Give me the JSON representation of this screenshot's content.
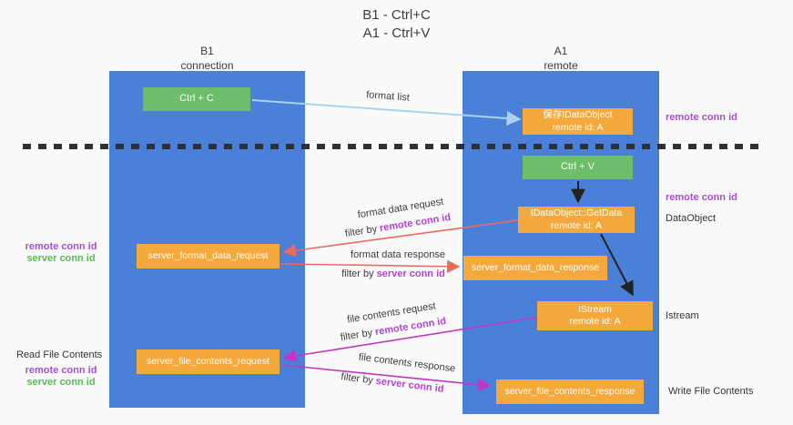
{
  "title": {
    "line1": "B1 - Ctrl+C",
    "line2": "A1 - Ctrl+V"
  },
  "columns": {
    "left": {
      "name": "B1",
      "role": "connection"
    },
    "right": {
      "name": "A1",
      "role": "remote"
    }
  },
  "boxes": {
    "ctrl_c": "Ctrl + C",
    "ctrl_v": "Ctrl + V",
    "save_idataobject": {
      "line1": "保存IDataObject",
      "line2": "remote id: A"
    },
    "getdata": {
      "line1": "IDataObject::GetData",
      "line2": "remote id: A"
    },
    "istream": {
      "line1": "IStream",
      "line2": "remote id: A"
    },
    "server_format_data_request": "server_format_data_request",
    "server_format_data_response": "server_format_data_response",
    "server_file_contents_request": "server_file_contents_request",
    "server_file_contents_response": "server_file_contents_response"
  },
  "arrow_labels": {
    "format_list": "format list",
    "format_data_request": "format data request",
    "format_data_response": "format data response",
    "file_contents_request": "file contents request",
    "file_contents_response": "file contents response",
    "filter_by": "filter by",
    "remote_conn_id": "remote conn id",
    "server_conn_id": "server conn id"
  },
  "side_labels": {
    "remote_conn_id": "remote conn id",
    "server_conn_id": "server conn id",
    "dataobject": "DataObject",
    "istream": "Istream",
    "read_file_contents": "Read File Contents",
    "write_file_contents": "Write File Contents"
  },
  "colors": {
    "column_blue": "#4a80d8",
    "box_orange": "#f5a93d",
    "box_green": "#6dbe6b",
    "purple_text": "#a44fc9",
    "green_text": "#57b957",
    "red_arrow": "#ee6a5f",
    "magenta_arrow": "#c435c4",
    "light_blue_arrow": "#a8d2f0",
    "dash_black": "#2d3134"
  }
}
